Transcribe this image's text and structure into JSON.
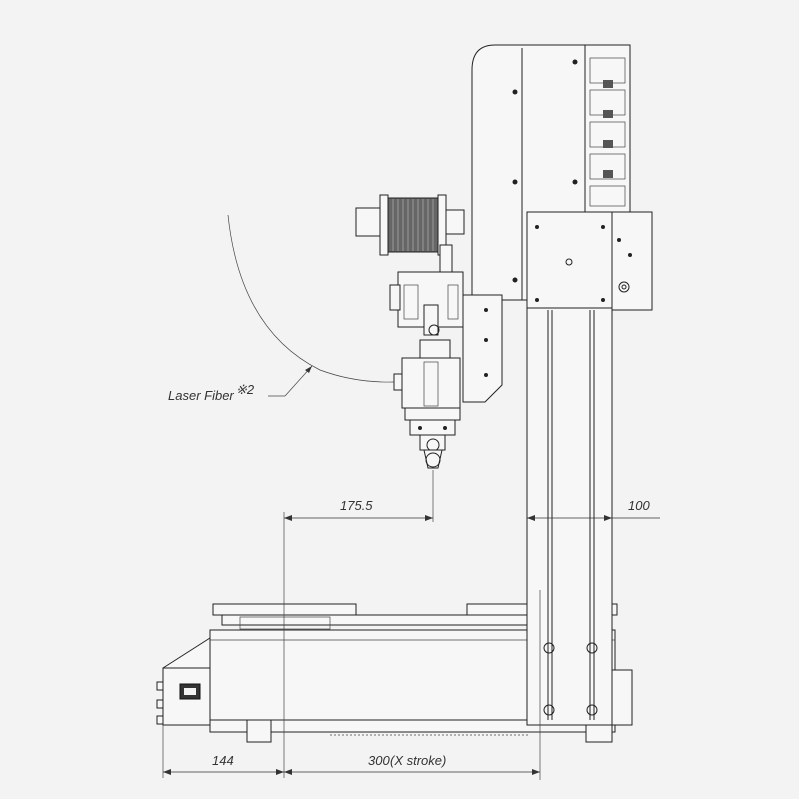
{
  "labels": {
    "laser_fiber": "Laser Fiber",
    "laser_fiber_note": "※2"
  },
  "dimensions": {
    "d175": "175.5",
    "d100": "100",
    "d144": "144",
    "d300": "300",
    "d300_note": "(X stroke)"
  }
}
